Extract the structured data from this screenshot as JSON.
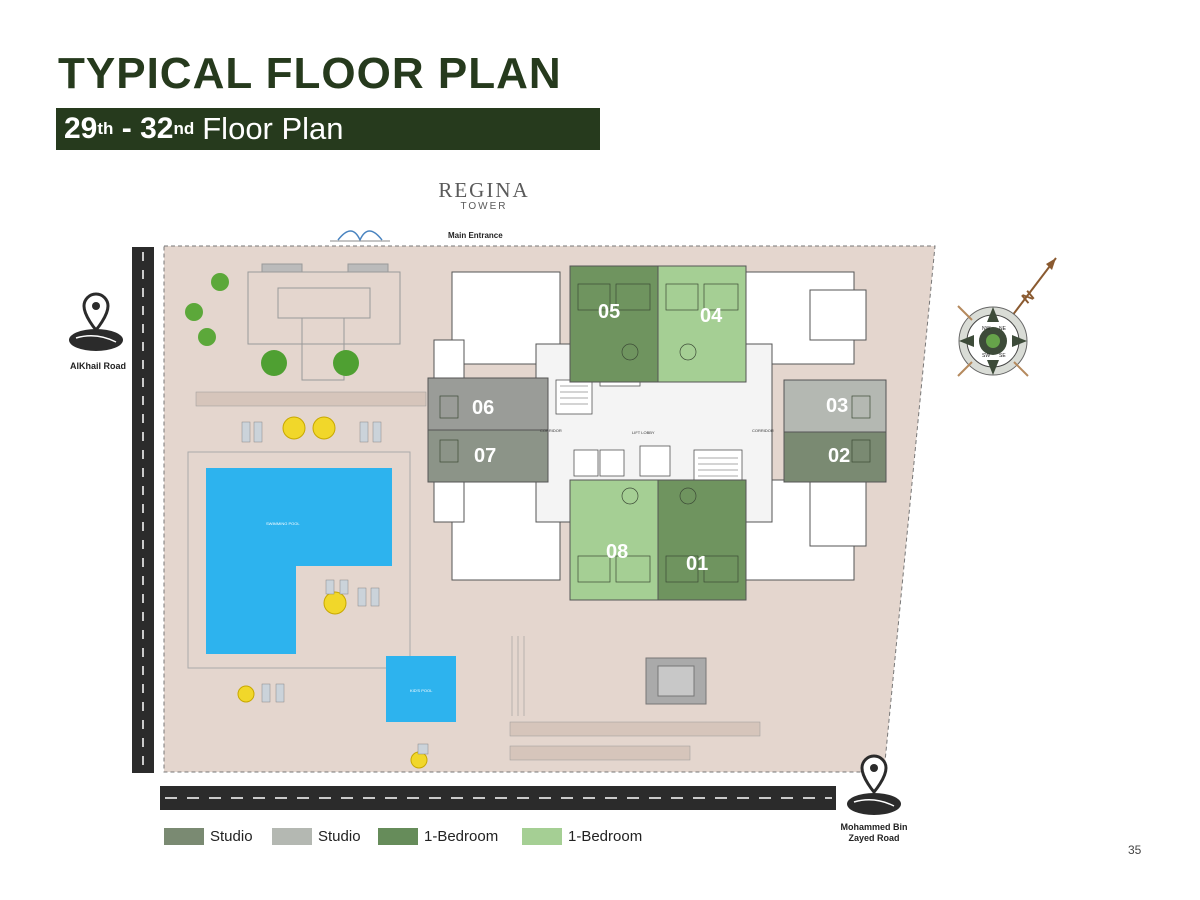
{
  "header": {
    "title": "TYPICAL FLOOR PLAN",
    "subtitle": {
      "start": "29",
      "start_suffix": "th",
      "separator": " - ",
      "end": "32",
      "end_suffix": "nd",
      "label": "Floor Plan"
    }
  },
  "logo": {
    "name": "REGINA",
    "sub": "TOWER",
    "entrance": "Main Entrance"
  },
  "roads": {
    "left": "AlKhail Road",
    "bottom_line1": "Mohammed Bin",
    "bottom_line2": "Zayed Road"
  },
  "site_labels": {
    "swimming_pool": "SWIMMING POOL",
    "kids_pool": "KID'S POOL",
    "corridor": "CORRIDOR",
    "lift_lobby": "LIFT LOBBY"
  },
  "units": [
    "01",
    "02",
    "03",
    "04",
    "05",
    "06",
    "07",
    "08"
  ],
  "compass": {
    "north": "N",
    "labels": [
      "NW",
      "NE",
      "SE",
      "SW"
    ]
  },
  "legend": [
    {
      "label": "Studio",
      "color": "#7a8a72"
    },
    {
      "label": "Studio",
      "color": "#b4b8b2"
    },
    {
      "label": "1-Bedroom",
      "color": "#668c5a"
    },
    {
      "label": "1-Bedroom",
      "color": "#a5cf94"
    }
  ],
  "page_number": "35"
}
